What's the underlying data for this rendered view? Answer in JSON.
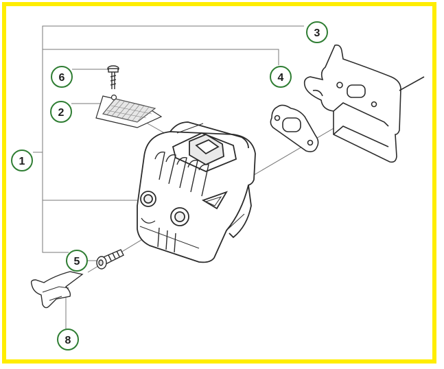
{
  "diagram": {
    "frame_color": "#ffed00",
    "callout_color": "#2e7d32",
    "line_color": "#555555",
    "callouts": [
      {
        "id": "1",
        "label": "1",
        "part": "muffler-assembly"
      },
      {
        "id": "2",
        "label": "2",
        "part": "spark-arrestor-screen"
      },
      {
        "id": "3",
        "label": "3",
        "part": "cooling-plate"
      },
      {
        "id": "4",
        "label": "4",
        "part": "gasket"
      },
      {
        "id": "5",
        "label": "5",
        "part": "bolt"
      },
      {
        "id": "6",
        "label": "6",
        "part": "screw"
      },
      {
        "id": "8",
        "label": "8",
        "part": "deflector"
      }
    ]
  }
}
